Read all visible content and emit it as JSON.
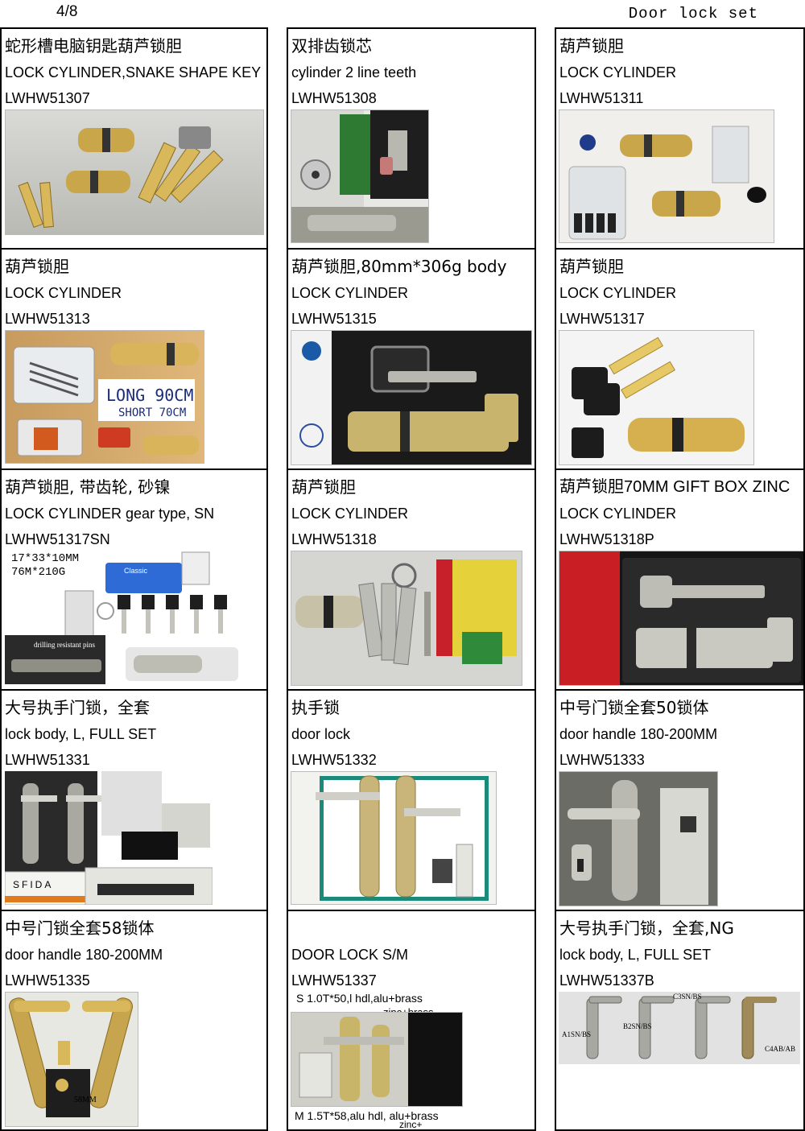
{
  "header": {
    "page": "4/8",
    "title": "Door lock set"
  },
  "cells": [
    {
      "cn": "蛇形槽电脑钥匙葫芦锁胆",
      "en": "LOCK CYLINDER,SNAKE SHAPE KEY",
      "code": "LWHW51307",
      "photo": "brass-cylinders-snake-keys"
    },
    {
      "cn": "双排齿锁芯",
      "en": "cylinder 2 line teeth",
      "code": "LWHW51308",
      "photo": "cylinder-two-line-teeth"
    },
    {
      "cn": "葫芦锁胆",
      "en": "LOCK CYLINDER",
      "code": "LWHW51311",
      "photo": "brass-cylinder-key-pack"
    },
    {
      "cn": "葫芦锁胆",
      "en": "LOCK CYLINDER",
      "code": "LWHW51313",
      "photo": "cylinder-long-short",
      "notes": [
        "LONG 90CM",
        "SHORT 70CM"
      ]
    },
    {
      "cn": "葫芦锁胆,80mm*306g body",
      "en": "LOCK CYLINDER",
      "code": "LWHW51315",
      "photo": "boxed-thumbturn-cylinder"
    },
    {
      "cn": "葫芦锁胆",
      "en": "LOCK CYLINDER",
      "code": "LWHW51317",
      "photo": "cylinder-black-keys"
    },
    {
      "cn": "葫芦锁胆, 带齿轮, 砂镍",
      "en": "LOCK CYLINDER gear type, SN",
      "code": "LWHW51317SN",
      "photo": "gear-cylinder-classic",
      "notes": [
        "17*33*10MM",
        "76M*210G",
        "Classic",
        "drilling resistant pins"
      ]
    },
    {
      "cn": "葫芦锁胆",
      "en": "LOCK CYLINDER",
      "code": "LWHW51318",
      "photo": "cylinder-boxed-keys"
    },
    {
      "cn": "葫芦锁胆70MM GIFT BOX ZINC",
      "en": "LOCK CYLINDER",
      "code": "LWHW51318P",
      "photo": "gift-box-cylinder"
    },
    {
      "cn": "大号执手门锁，全套",
      "en": "lock body, L, FULL SET",
      "code": "LWHW51331",
      "photo": "lever-handle-full-set",
      "notes": [
        "SFIDA"
      ]
    },
    {
      "cn": "执手锁",
      "en": "door lock",
      "code": "LWHW51332",
      "photo": "gold-lever-door-lock"
    },
    {
      "cn": "中号门锁全套50锁体",
      "en": "door handle 180-200MM",
      "code": "LWHW51333",
      "photo": "handle-lock-body-50"
    },
    {
      "cn": "中号门锁全套58锁体",
      "en": "door handle 180-200MM",
      "code": "LWHW51335",
      "photo": "gold-handle-set-58",
      "notes": [
        "58MM"
      ]
    },
    {
      "cn": "",
      "en": "DOOR LOCK S/M",
      "code": "LWHW51337",
      "photo": "door-lock-sm",
      "notes": [
        "S 1.0T*50,l hdl,alu+brass",
        "zinc+brass",
        "M 1.5T*58,alu hdl, alu+brass",
        "zinc+"
      ]
    },
    {
      "cn": "大号执手门锁，全套,NG",
      "en": "lock body, L, FULL SET",
      "code": "LWHW51337B",
      "photo": "four-lever-handles",
      "notes": [
        "A1SN/BS",
        "B2SN/BS",
        "C3SN/BS",
        "C4AB/AB"
      ]
    }
  ]
}
